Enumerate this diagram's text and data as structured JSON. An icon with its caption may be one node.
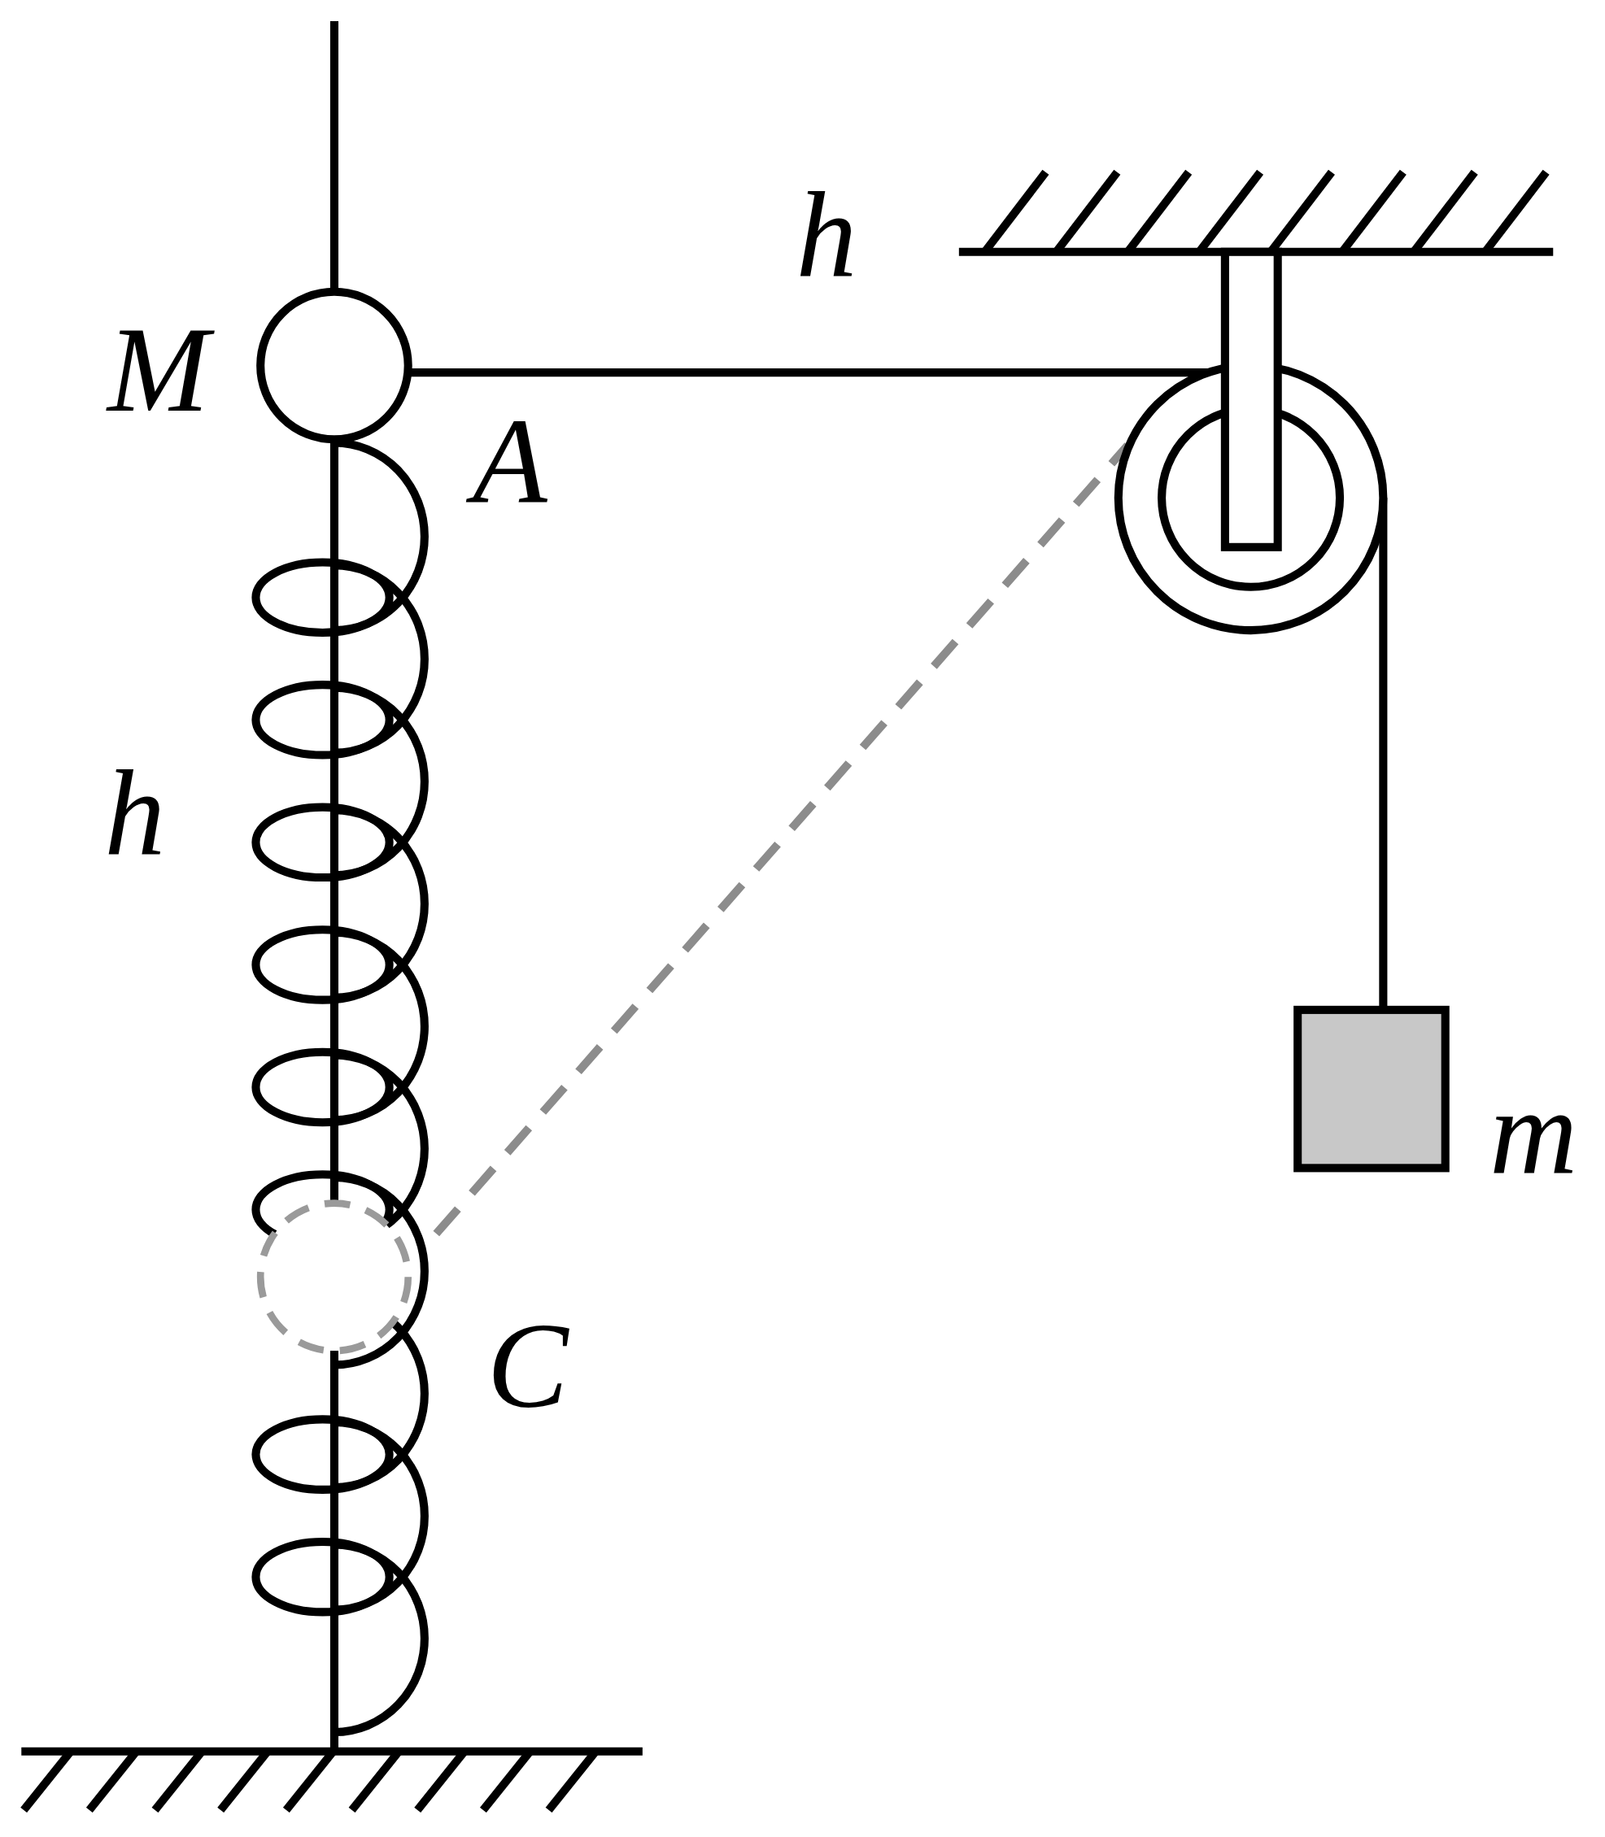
{
  "diagram": {
    "labels": [
      "h",
      "M",
      "A",
      "h",
      "m",
      "C"
    ]
  }
}
